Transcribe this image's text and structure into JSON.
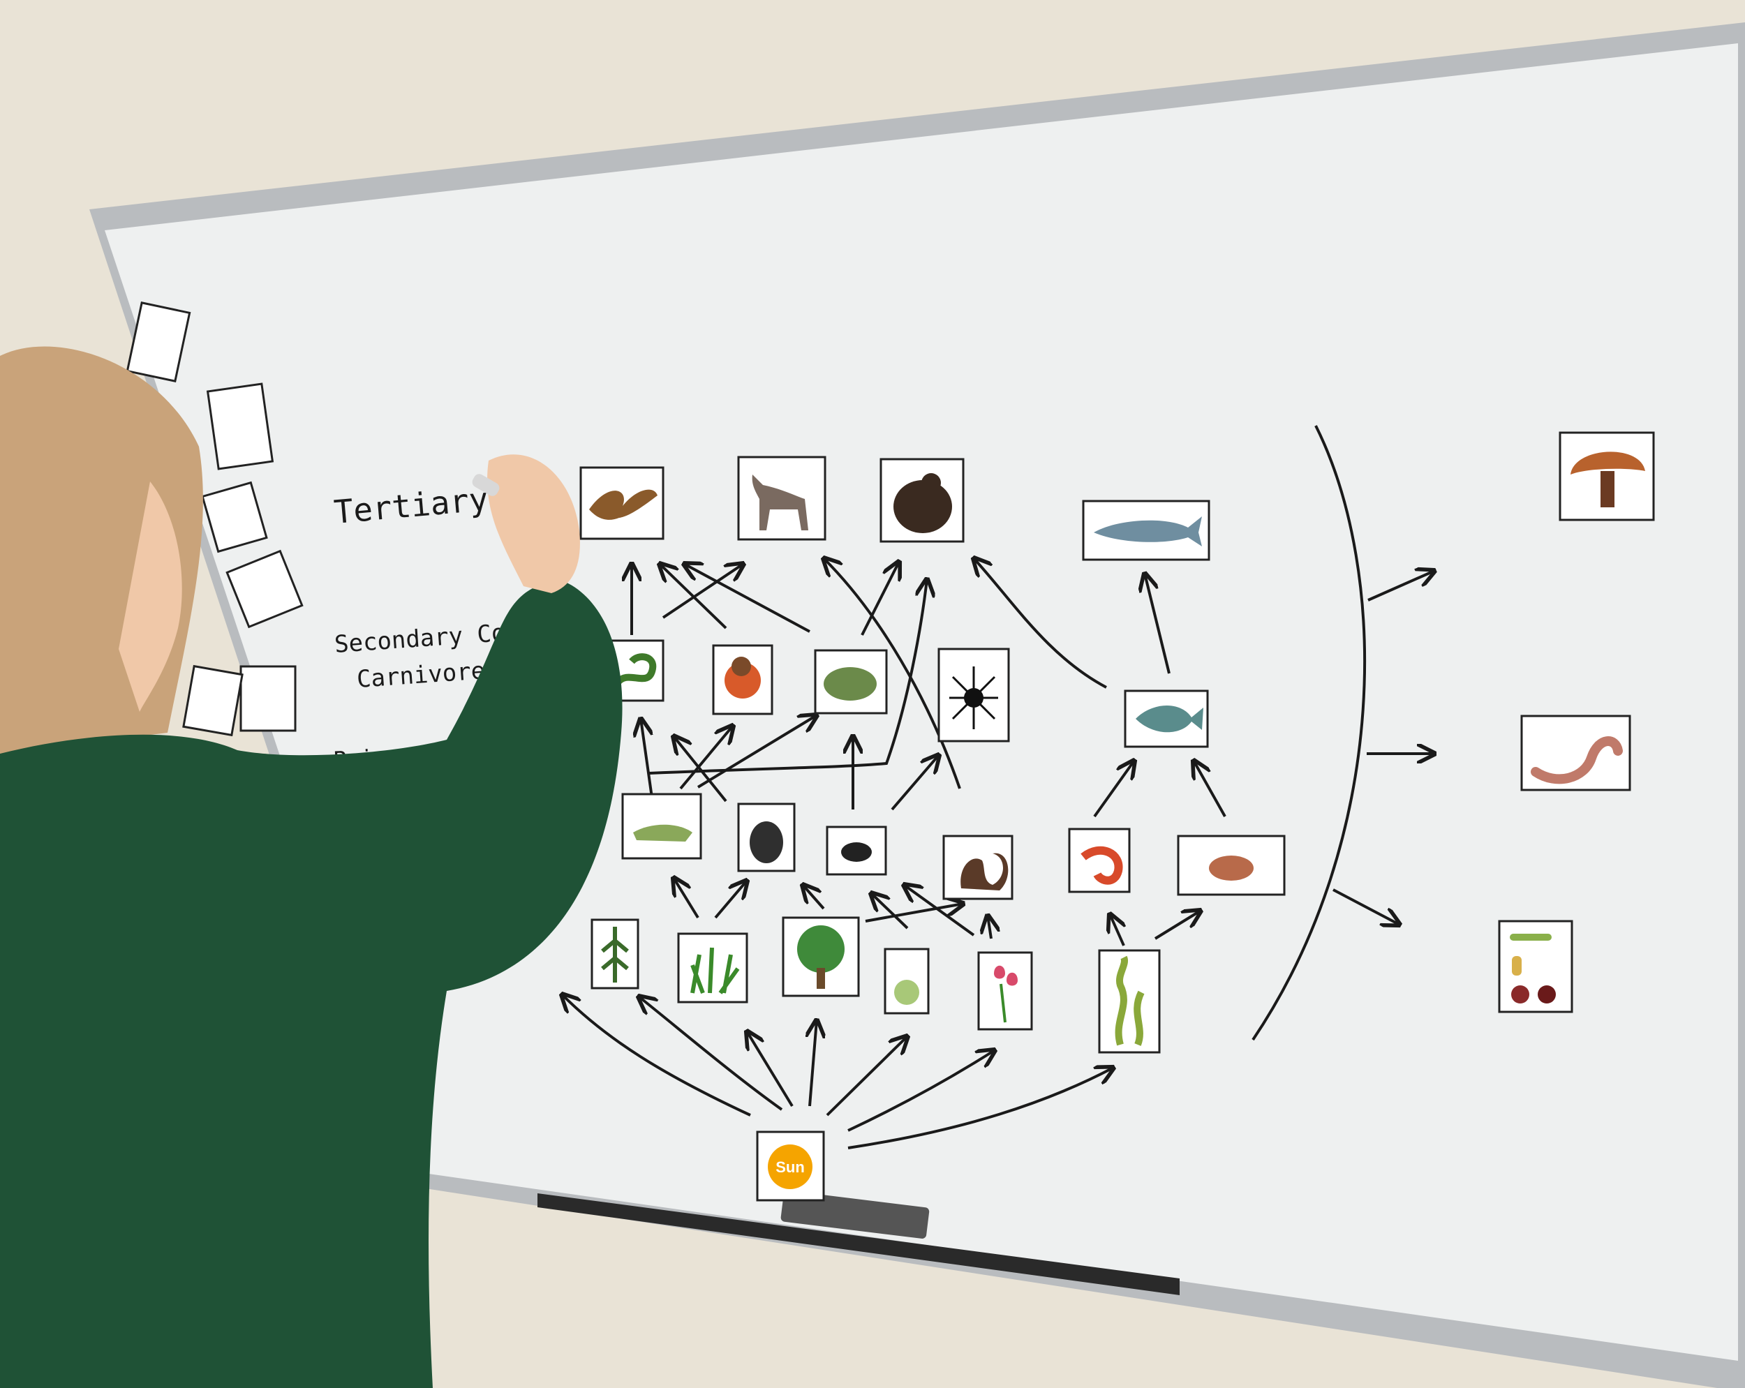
{
  "whiteboard": {
    "labels": {
      "tertiary": "Tertiary C",
      "secondary": "Secondary Consu",
      "carnivores": "Carnivores",
      "primary": "Primary Consume"
    },
    "sun_label": "Sun"
  },
  "colors": {
    "wall": "#e9e3d6",
    "board": "#eef0f0",
    "frame": "#b9bcbf",
    "sweater": "#1f5236",
    "hair": "#c9a37a",
    "ink": "#1a1a1a",
    "sun": "#f5a400"
  },
  "cards": [
    "hawk-card",
    "fox-card",
    "bear-card",
    "shark-card",
    "mushroom-card",
    "snake-card",
    "robin-card",
    "frog-card",
    "spider-card",
    "fish-card",
    "worm-card",
    "grasshopper-card",
    "mouse-card",
    "fly-card",
    "squirrel-card",
    "shrimp-card",
    "crab-card",
    "bacteria-card",
    "fern-card",
    "grass-card",
    "tree-card",
    "flower-card",
    "tulip-card",
    "seaweed-card",
    "sun-card"
  ]
}
